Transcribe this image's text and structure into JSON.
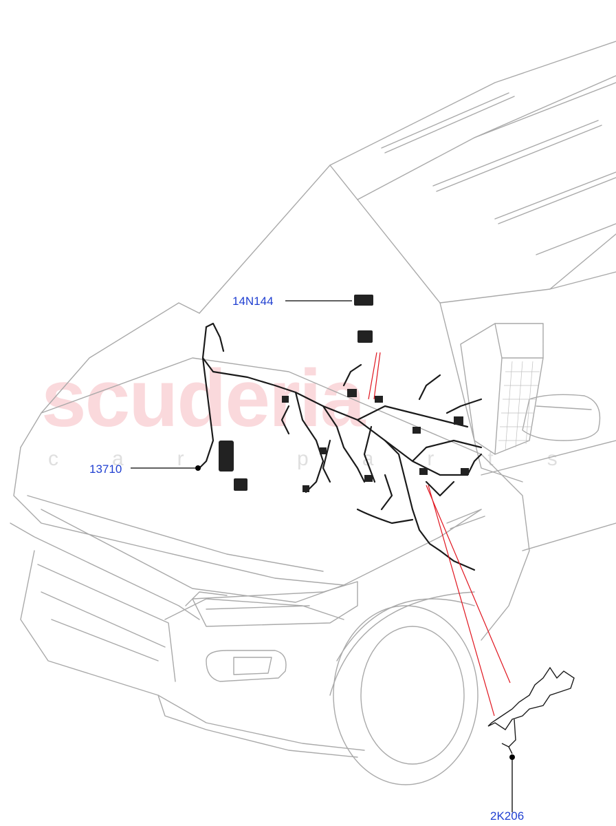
{
  "watermark": {
    "main": "scuderia",
    "sub": "car parts"
  },
  "callouts": [
    {
      "id": "14N144",
      "label": "14N144"
    },
    {
      "id": "13710",
      "label": "13710"
    },
    {
      "id": "2K206",
      "label": "2K206"
    }
  ],
  "colors": {
    "outline": "#a9a9a9",
    "harness": "#1a1a1a",
    "callout_text": "#1f3fd1",
    "leader": "#000000",
    "highlight_leader": "#e0141e"
  }
}
